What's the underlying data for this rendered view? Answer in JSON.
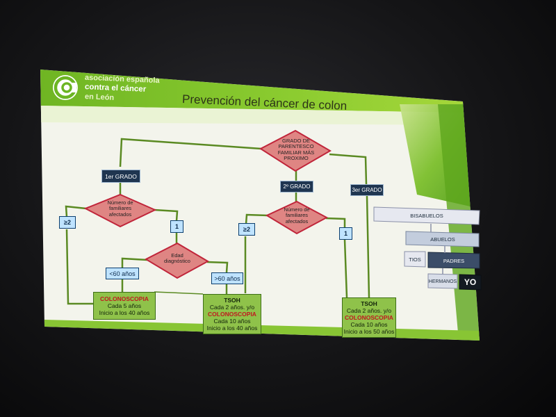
{
  "header": {
    "logo_line1": "asociación española",
    "logo_line2": "contra el cáncer",
    "logo_line3": "en León",
    "title": "Prevención del cáncer de colon"
  },
  "flowchart": {
    "main_decision": [
      "GRADO DE",
      "PARENTESCO",
      "FAMILIAR MÁS",
      "PROXIMO"
    ],
    "grades": {
      "first": "1er GRADO",
      "second": "2º GRADO",
      "third": "3er GRADO"
    },
    "decision_familiares_1": [
      "Número de",
      "familiares",
      "afectados"
    ],
    "decision_familiares_2": [
      "Número de",
      "familiares",
      "afectados"
    ],
    "decision_edad": [
      "Edad",
      "diagnóstico"
    ],
    "labels": {
      "ge2_left": "≥2",
      "one_left": "1",
      "ge2_right": "≥2",
      "one_right": "1",
      "lt60": "<60 años",
      "gt60": ">60 años"
    },
    "outcome_colonoscopia": {
      "line1": "COLONOSCOPIA",
      "line2": "Cada 5 años",
      "line3": "Inicio a los 40 años"
    },
    "outcome_tsoh_40": {
      "line1": "TSOH",
      "line2": "Cada 2 años. y/o",
      "line3": "COLONOSCOPIA",
      "line4": "Cada 10 años",
      "line5": "Inicio a los 40 años"
    },
    "outcome_tsoh_50": {
      "line1": "TSOH",
      "line2": "Cada 2 años. y/o",
      "line3": "COLONOSCOPIA",
      "line4": "Cada 10 años",
      "line5": "Inicio a los 50 años"
    }
  },
  "family_tree": {
    "bisabuelos": "BISABUELOS",
    "abuelos": "ABUELOS",
    "tios": "TIOS",
    "padres": "PADRES",
    "hermanos": "HERMANOS",
    "yo": "YO"
  },
  "colors": {
    "slide_bg": "#f6f6ee",
    "green_band": "#7fc12a",
    "decision_fill": "#df8583",
    "decision_stroke": "#c0253a",
    "connector": "#5a8a22",
    "label_blue": "#bfe3ff",
    "outcome_green": "#8fc24a",
    "text_red": "#c0181f"
  }
}
